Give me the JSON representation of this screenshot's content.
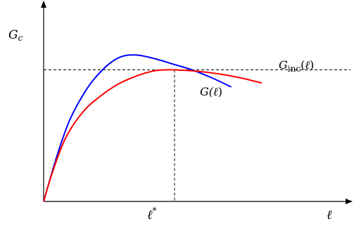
{
  "chart_data": {
    "type": "line",
    "axis_labels": {
      "x": "ℓ",
      "y_main": "G",
      "y_sub": "c"
    },
    "tick_labels": {
      "x_star_main": "ℓ",
      "x_star_sup": "*"
    },
    "reference_lines": {
      "horizontal": "G_c",
      "vertical": "ℓ*"
    },
    "series": [
      {
        "name": "G(ℓ)",
        "label_main": "G(",
        "label_var": "ℓ",
        "label_end": ")",
        "color": "#0000ff",
        "x": [
          0.0,
          0.3,
          0.6,
          1.0,
          1.35,
          1.65,
          1.9,
          2.2,
          2.6,
          3.0,
          3.4,
          3.85,
          4.3
        ],
        "y": [
          0.0,
          0.34,
          0.62,
          0.86,
          1.0,
          1.08,
          1.11,
          1.11,
          1.08,
          1.04,
          1.0,
          0.94,
          0.87
        ]
      },
      {
        "name": "G_inc(ℓ)",
        "label_main": "G",
        "label_sub": "inc",
        "label_var": "ℓ",
        "color": "#ff0000",
        "x": [
          0.0,
          0.2,
          0.5,
          0.9,
          1.3,
          1.7,
          2.1,
          2.5,
          2.8,
          3.0,
          3.5,
          4.0,
          4.5,
          5.0
        ],
        "y": [
          0.0,
          0.22,
          0.48,
          0.68,
          0.8,
          0.89,
          0.95,
          0.99,
          1.0,
          1.0,
          0.99,
          0.97,
          0.94,
          0.9
        ]
      }
    ],
    "xlim": [
      0,
      6.0
    ],
    "ylim": [
      0,
      1.2
    ],
    "ref_x": 3.0,
    "ref_y": 1.0,
    "grid": false,
    "legend": "inline-labels"
  }
}
